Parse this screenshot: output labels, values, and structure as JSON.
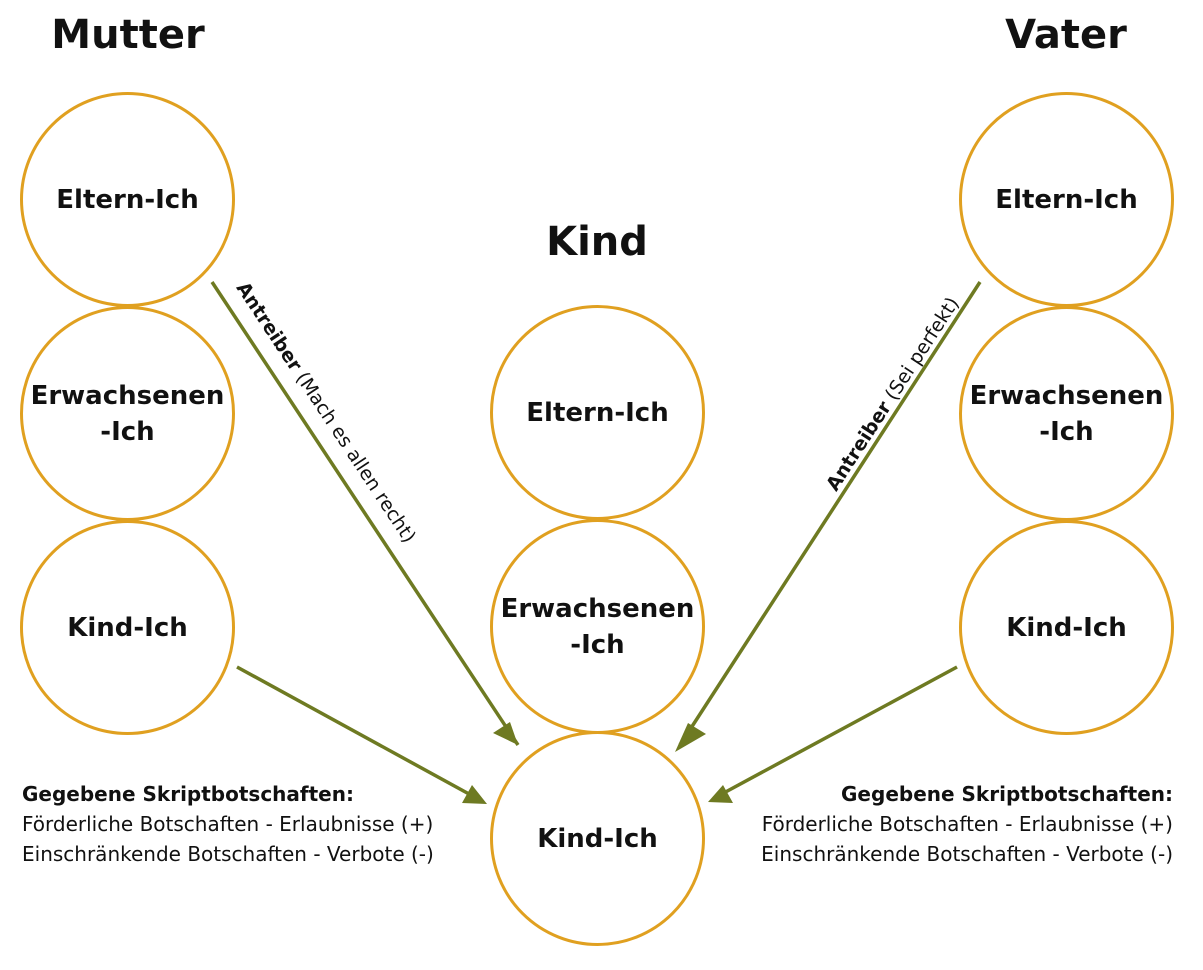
{
  "headings": {
    "mother": "Mutter",
    "father": "Vater",
    "child": "Kind"
  },
  "mother": {
    "eltern": "Eltern-Ich",
    "erwachsenen": "Erwachsenen\n-Ich",
    "kind": "Kind-Ich"
  },
  "father": {
    "eltern": "Eltern-Ich",
    "erwachsenen": "Erwachsenen\n-Ich",
    "kind": "Kind-Ich"
  },
  "child": {
    "eltern": "Eltern-Ich",
    "erwachsenen": "Erwachsenen\n-Ich",
    "kind": "Kind-Ich"
  },
  "arrows": {
    "left_driver": {
      "bold": "Antreiber",
      "text": " (Mach es allen recht)"
    },
    "right_driver": {
      "bold": "Antreiber",
      "text": " (Sei perfekt)"
    }
  },
  "legend_left": {
    "title": "Gegebene Skriptbotschaften:",
    "line1": "Förderliche Botschaften - Erlaubnisse (+)",
    "line2": "Einschränkende Botschaften - Verbote (-)"
  },
  "legend_right": {
    "title": "Gegebene Skriptbotschaften:",
    "line1": "Förderliche Botschaften - Erlaubnisse (+)",
    "line2": "Einschränkende Botschaften - Verbote (-)"
  },
  "colors": {
    "circle_border": "#e0a020",
    "arrow": "#6e7a22"
  }
}
